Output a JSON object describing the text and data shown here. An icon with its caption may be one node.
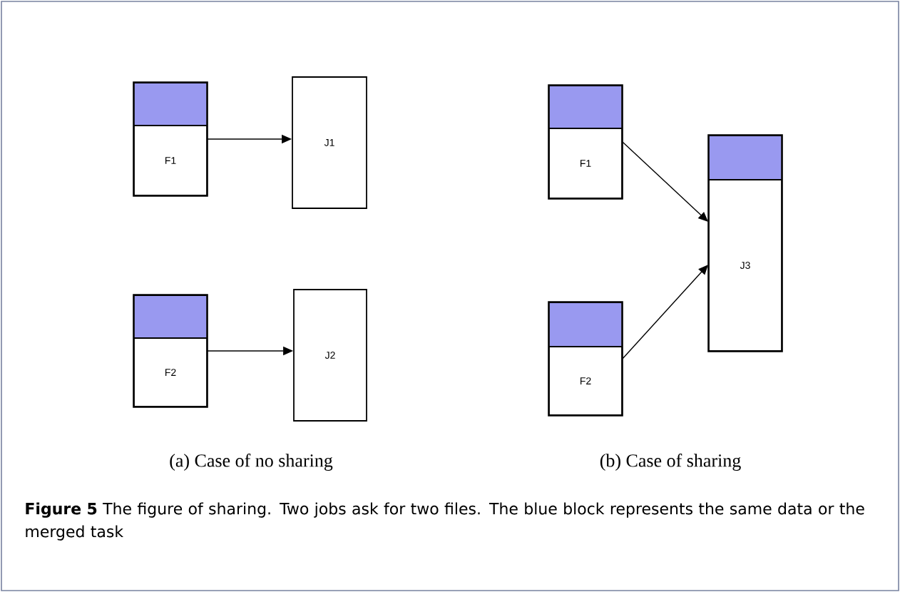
{
  "diagram": {
    "caption": "**Figure 5** The figure of sharing. Two jobs ask for two files. The blue block represents the same data or the merged task",
    "nodes": [
      {
        "text": [
          "F1"
        ]
      },
      {
        "text": [
          "J1"
        ]
      },
      {
        "text": [
          "F2"
        ]
      },
      {
        "text": [
          "J2"
        ]
      },
      {
        "text": [
          "F1"
        ]
      },
      {
        "text": [
          "J3"
        ]
      },
      {
        "text": [
          "F2"
        ]
      }
    ],
    "edges": [
      {
        "from": 0,
        "to": 1,
        "arrow": "to"
      },
      {
        "from": 2,
        "to": 3,
        "arrow": "to"
      },
      {
        "from": 4,
        "to": 5,
        "arrow": "to"
      },
      {
        "from": 6,
        "to": 5,
        "arrow": "to"
      }
    ],
    "labels": [
      "(a) Case of no sharing",
      "(b) Case of sharing"
    ]
  }
}
